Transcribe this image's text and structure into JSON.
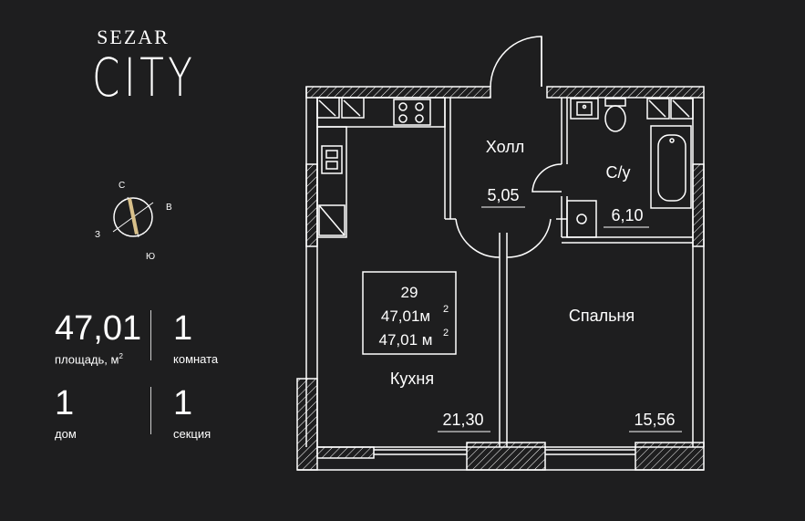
{
  "logo": {
    "brand": "SEZAR",
    "name": "CITY"
  },
  "compass": {
    "north": "С",
    "east": "В",
    "south": "Ю",
    "west": "З"
  },
  "stats": {
    "area": {
      "value": "47,01",
      "label": "площадь, м",
      "label_sup": "2"
    },
    "rooms": {
      "value": "1",
      "label": "комната"
    },
    "house": {
      "value": "1",
      "label": "дом"
    },
    "section": {
      "value": "1",
      "label": "секция"
    }
  },
  "plan": {
    "number": "29",
    "area_total": "47,01м",
    "area_total_sup": "2",
    "area_living": "47,01 м",
    "area_living_sup": "2",
    "rooms": [
      {
        "name": "Холл",
        "area": "5,05"
      },
      {
        "name": "С/у",
        "area": "6,10"
      },
      {
        "name": "Кухня",
        "area": "21,30"
      },
      {
        "name": "Спальня",
        "area": "15,56"
      }
    ]
  },
  "colors": {
    "background": "#1e1e1f",
    "lines": "#ffffff"
  }
}
